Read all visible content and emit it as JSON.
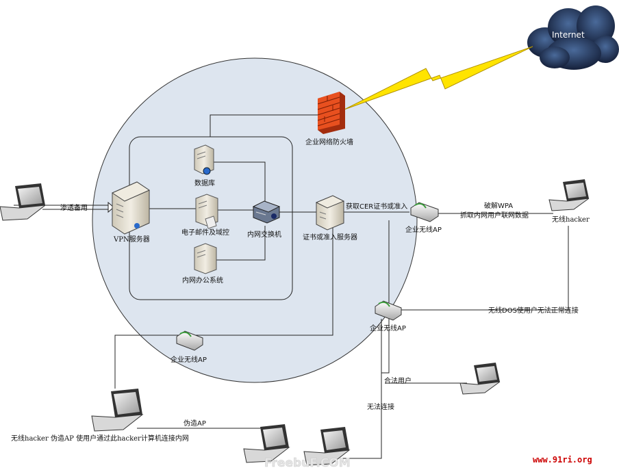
{
  "labels": {
    "internet": "Internet",
    "firewall": "企业网络防火墙",
    "database": "数据库",
    "mail_domain": "电子邮件及域控",
    "office": "内网办公系统",
    "vpn_server": "VPN服务器",
    "switch": "内网交换机",
    "cert_server": "证书或准入服务器",
    "get_cert": "获取CER证书或准入",
    "wap_top": "企业无线AP",
    "crack_wpa": "破解WPA",
    "capture": "抓取内网用户联网数据",
    "hacker_right": "无线hacker",
    "wap_mid": "企业无线AP",
    "dos": "无线DOS使用户无法正常连接",
    "wap_bottom": "企业无线AP",
    "infiltrate": "渗透备用",
    "legit_user": "合法用户",
    "cannot_connect": "无法连接",
    "fake_ap": "伪造AP",
    "hacker_bottom": "无线hacker  伪造AP  使用户通过此hacker计算机连接内网",
    "watermark_left": "FreebuF.COM",
    "watermark_right": "www.91ri.org"
  },
  "colors": {
    "circle_fill": "#dde5ef",
    "cloud": "#2a3a55",
    "lightning": "#ffe400",
    "firewall": "#e8501f",
    "watermark_right": "#cc0000"
  },
  "icons": [
    "cloud-icon",
    "lightning-icon",
    "firewall-icon",
    "server-icon",
    "laptop-icon",
    "router-icon",
    "switch-icon"
  ]
}
